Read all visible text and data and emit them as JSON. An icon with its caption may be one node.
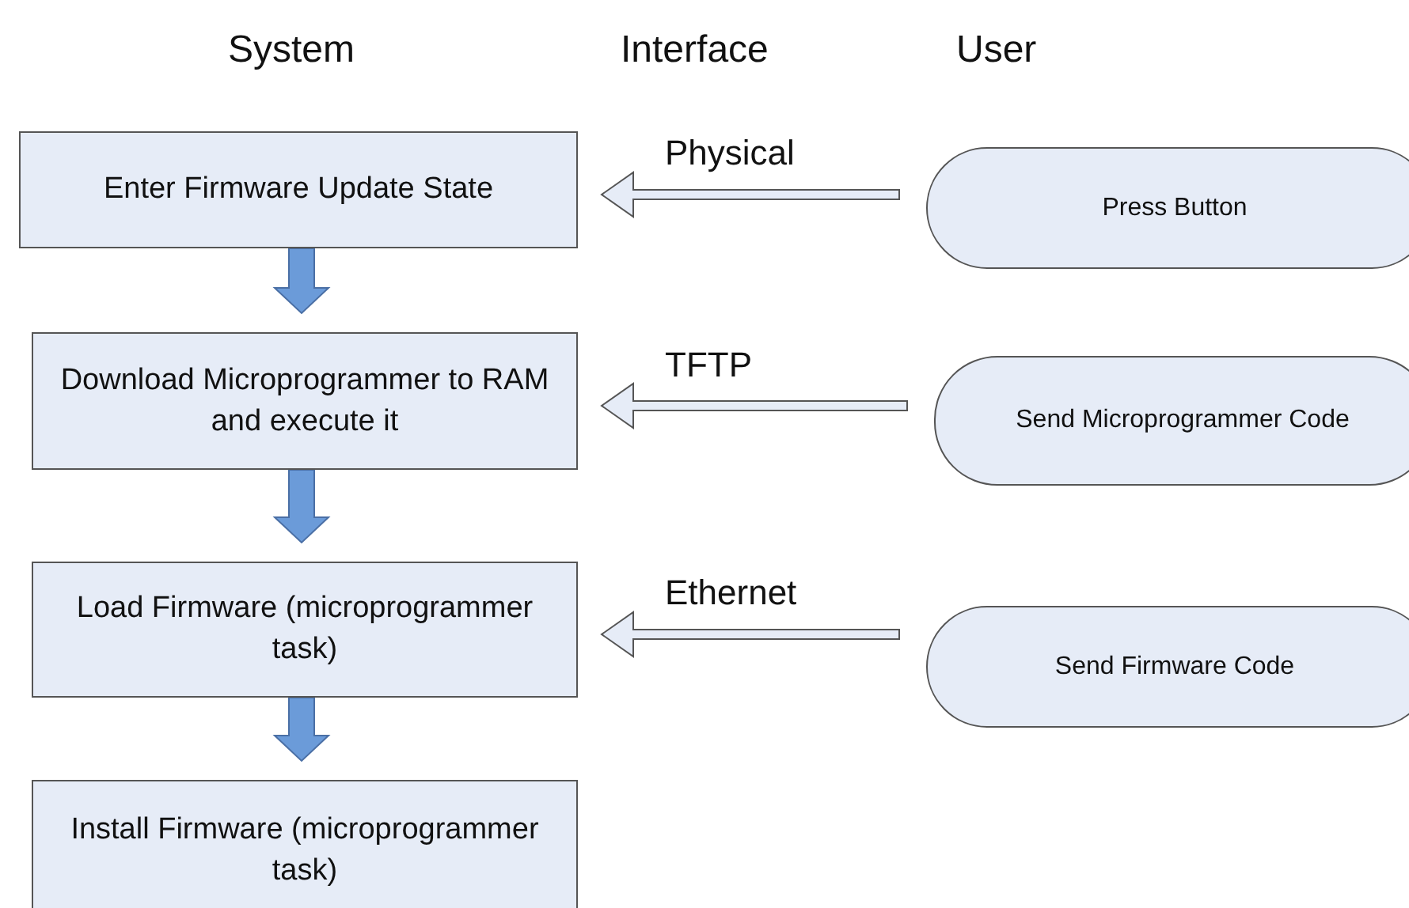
{
  "diagram": {
    "nodes": [
      {
        "text": [
          "Enter Firmware Update State"
        ]
      },
      {
        "text": [
          "Download Microprogrammer to RAM and execute it"
        ]
      },
      {
        "text": [
          "Load Firmware (microprogrammer task)"
        ]
      },
      {
        "text": [
          "Install Firmware (microprogrammer task)"
        ]
      },
      {
        "text": [
          "Press Button"
        ]
      },
      {
        "text": [
          "Send Microprogrammer Code"
        ]
      },
      {
        "text": [
          "Send Firmware Code"
        ]
      }
    ],
    "edges": [
      {
        "from": 0,
        "to": 1,
        "arrow": "to",
        "style": "thick",
        "color": "#6b9bd9"
      },
      {
        "from": 1,
        "to": 2,
        "arrow": "to",
        "style": "thick",
        "color": "#6b9bd9"
      },
      {
        "from": 2,
        "to": 3,
        "arrow": "to",
        "style": "thick",
        "color": "#6b9bd9"
      },
      {
        "from": 4,
        "to": 0,
        "arrow": "to",
        "label": "Physical"
      },
      {
        "from": 5,
        "to": 1,
        "arrow": "to",
        "label": "TFTP"
      },
      {
        "from": 6,
        "to": 2,
        "arrow": "to",
        "label": "Ethernet"
      }
    ],
    "labels": [
      "System",
      "Interface",
      "User"
    ]
  }
}
